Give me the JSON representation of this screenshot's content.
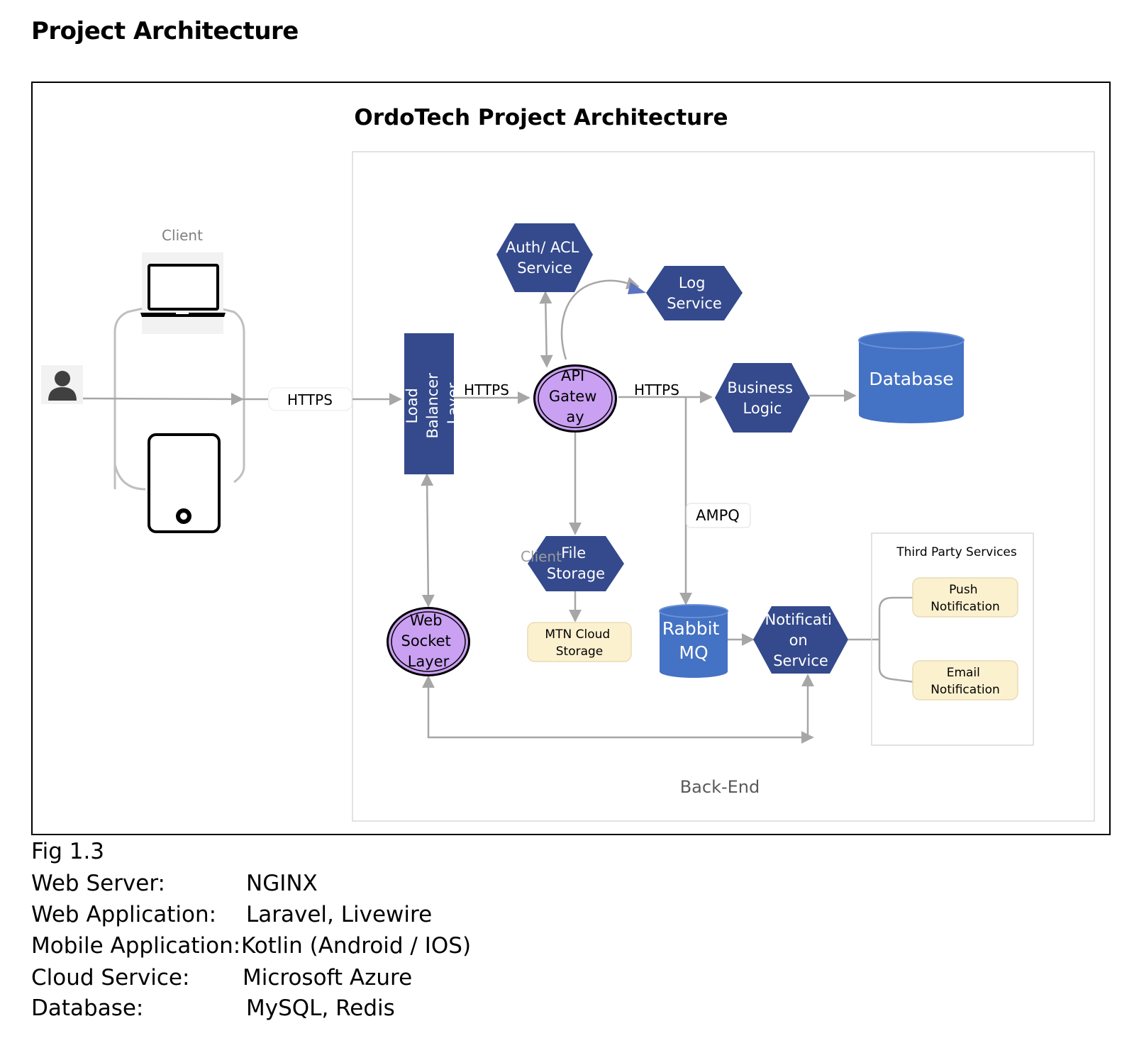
{
  "page": {
    "heading": "Project Architecture",
    "caption": "Fig 1.3"
  },
  "diagram": {
    "title": "OrdoTech Project Architecture",
    "client_label": "Client",
    "backend_label": "Back-End",
    "third_party_label": "Third Party Services",
    "edge_labels": {
      "https_client": "HTTPS",
      "https_gateway": "HTTPS",
      "https_business": "HTTPS",
      "ampq": "AMPQ"
    },
    "nodes": {
      "load_balancer": [
        "Load",
        "Balancer",
        "Layer"
      ],
      "api_gateway": [
        "API",
        "Gatew",
        "ay"
      ],
      "auth_service": [
        "Auth/ ACL",
        "Service"
      ],
      "log_service": [
        "Log",
        "Service"
      ],
      "business_logic": [
        "Business",
        "Logic"
      ],
      "database": "Database",
      "file_storage": [
        "File",
        "Storage"
      ],
      "file_storage_ghost": "Client",
      "mtn_cloud": [
        "MTN Cloud",
        "Storage"
      ],
      "web_socket": [
        "Web",
        "Socket",
        "Layer"
      ],
      "rabbit_mq": [
        "Rabbit",
        "MQ"
      ],
      "notification_service": [
        "Notificati",
        "on",
        "Service"
      ],
      "push_notification": [
        "Push",
        "Notification"
      ],
      "email_notification": [
        "Email",
        "Notification"
      ]
    },
    "colors": {
      "dark_node": "#344a8c",
      "mid_node": "#4472c4",
      "purple_node": "#c9a0f2",
      "cream_box": "#fcf1cf",
      "connector": "#a6a6a6"
    }
  },
  "specs": [
    {
      "key": "Web Server:",
      "value": "NGINX"
    },
    {
      "key": "Web Application:",
      "value": "Laravel, Livewire"
    },
    {
      "key": "Mobile Application:",
      "value": "Kotlin (Android / IOS)"
    },
    {
      "key": "Cloud Service:",
      "value": "Microsoft Azure"
    },
    {
      "key": "Database:",
      "value": "MySQL, Redis"
    }
  ]
}
